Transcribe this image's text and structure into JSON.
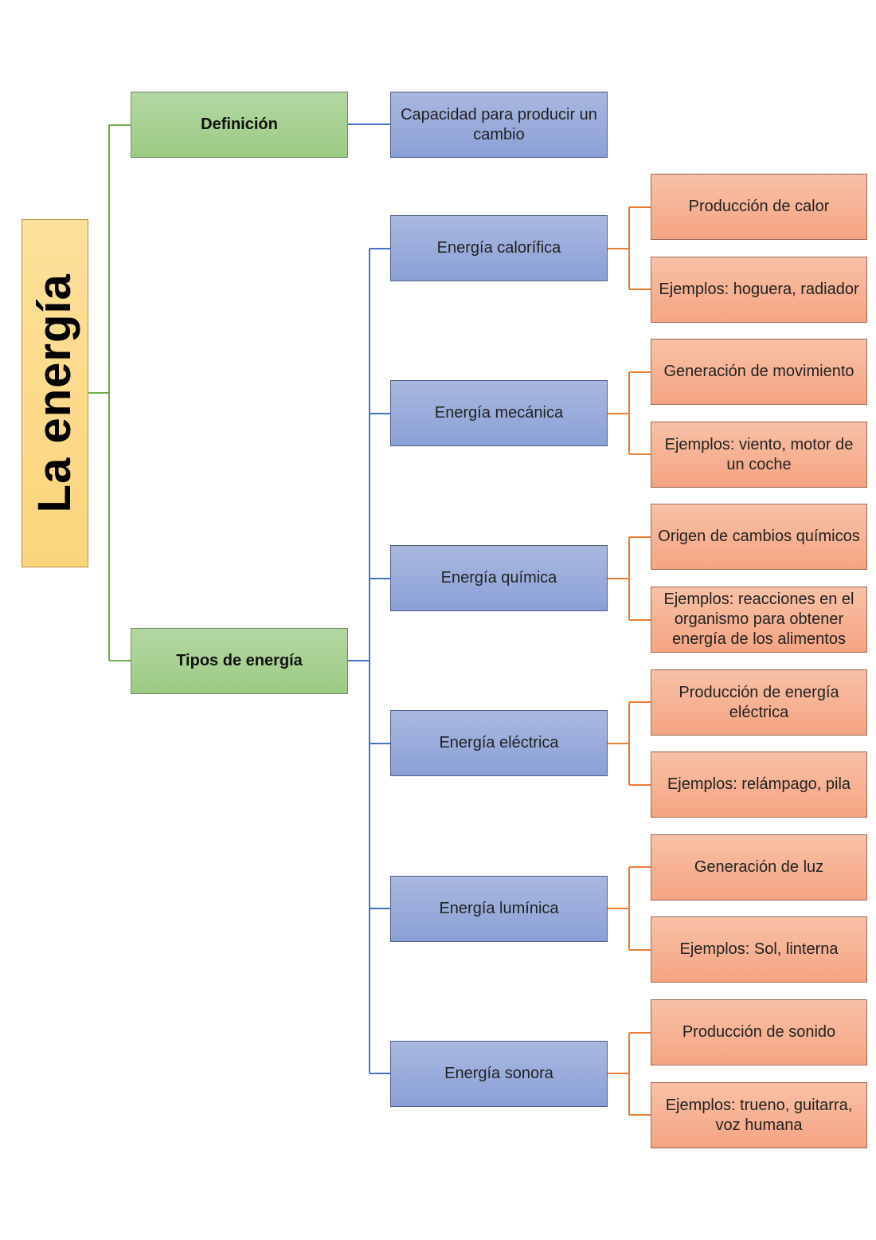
{
  "root": {
    "title": "La energía"
  },
  "level1": {
    "definicion": "Definición",
    "tipos": "Tipos de energía"
  },
  "definicion_text": "Capacidad para producir un cambio",
  "tipos": [
    {
      "name": "Energía calorífica",
      "details": [
        "Producción de calor",
        "Ejemplos: hoguera, radiador"
      ]
    },
    {
      "name": "Energía mecánica",
      "details": [
        "Generación de movimiento",
        "Ejemplos: viento, motor de un coche"
      ]
    },
    {
      "name": "Energía química",
      "details": [
        "Origen de cambios químicos",
        "Ejemplos: reacciones en el organismo para obtener energía de los alimentos"
      ]
    },
    {
      "name": "Energía eléctrica",
      "details": [
        "Producción de energía eléctrica",
        "Ejemplos: relámpago, pila"
      ]
    },
    {
      "name": "Energía lumínica",
      "details": [
        "Generación de luz",
        "Ejemplos: Sol, linterna"
      ]
    },
    {
      "name": "Energía sonora",
      "details": [
        "Producción de sonido",
        "Ejemplos: trueno, guitarra, voz humana"
      ]
    }
  ]
}
